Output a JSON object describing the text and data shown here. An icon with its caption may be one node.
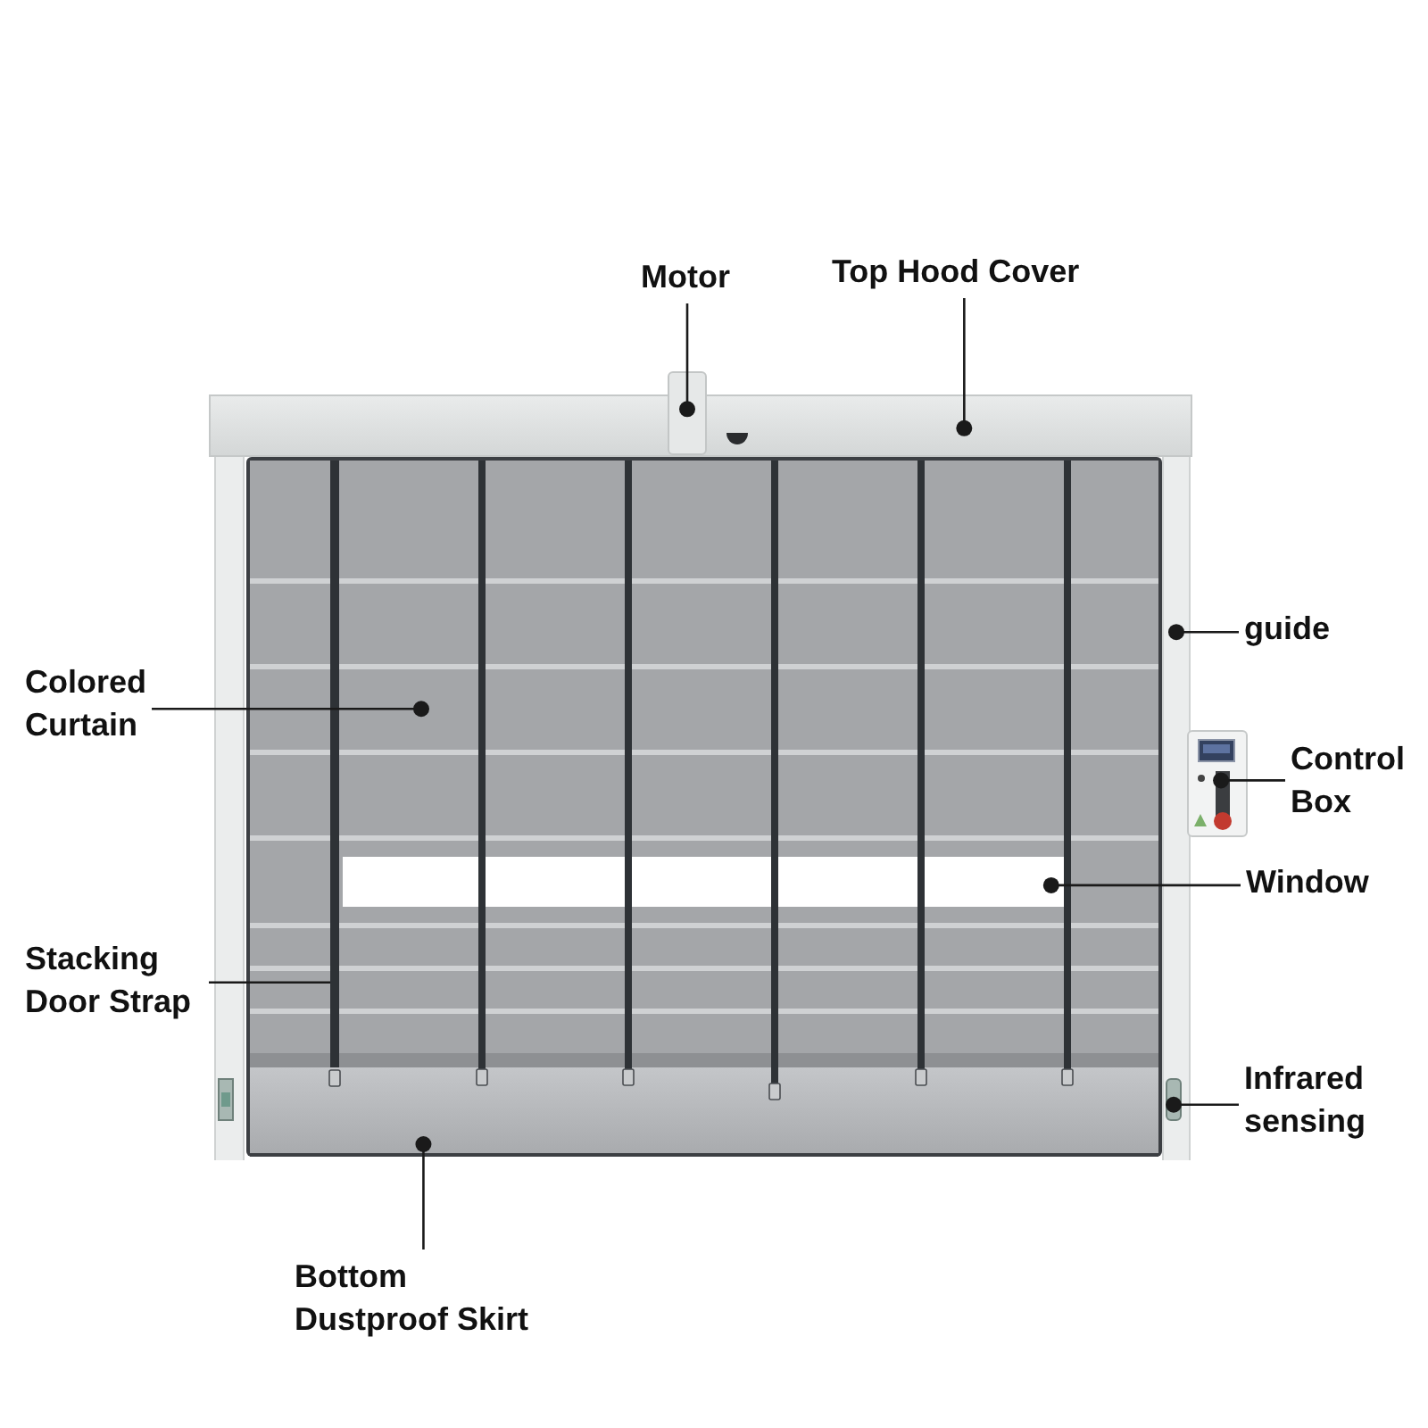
{
  "diagram": {
    "nodes": [
      {
        "text": [
          "Motor"
        ]
      },
      {
        "text": [
          "Top Hood Cover"
        ]
      },
      {
        "text": [],
        "shape": "box"
      },
      {
        "text": [],
        "shape": "bar"
      },
      {
        "text": [
          "guide"
        ]
      },
      {
        "text": [],
        "shape": "bar"
      },
      {
        "text": [
          "Colored Curtain"
        ]
      },
      {
        "text": [],
        "shape": "box"
      },
      {
        "text": [
          "Control Box"
        ]
      },
      {
        "text": [],
        "shape": "box"
      },
      {
        "text": [
          "Window"
        ]
      },
      {
        "text": [],
        "shape": "bar",
        "in": 7
      },
      {
        "text": [
          "Stacking Door Strap"
        ]
      },
      {
        "text": [],
        "shape": "bar",
        "in": 7
      },
      {
        "text": [
          "Infrared sensing"
        ]
      },
      {
        "text": [],
        "shape": "box",
        "in": 5
      },
      {
        "text": [
          "Bottom Dustproof Skirt"
        ]
      },
      {
        "text": [],
        "shape": "bar",
        "in": 7
      }
    ],
    "edges": [
      {
        "from": 0,
        "to": 2,
        "arrow": "other"
      },
      {
        "from": 1,
        "to": 3,
        "arrow": "other"
      },
      {
        "from": 4,
        "to": 5,
        "arrow": "other"
      },
      {
        "from": 6,
        "to": 7,
        "arrow": "other"
      },
      {
        "from": 8,
        "to": 9,
        "arrow": "other"
      },
      {
        "from": 10,
        "to": 11,
        "arrow": "other"
      },
      {
        "from": 12,
        "to": 13,
        "arrow": "none"
      },
      {
        "from": 14,
        "to": 15,
        "arrow": "other"
      },
      {
        "from": 16,
        "to": 17,
        "arrow": "other"
      }
    ]
  }
}
